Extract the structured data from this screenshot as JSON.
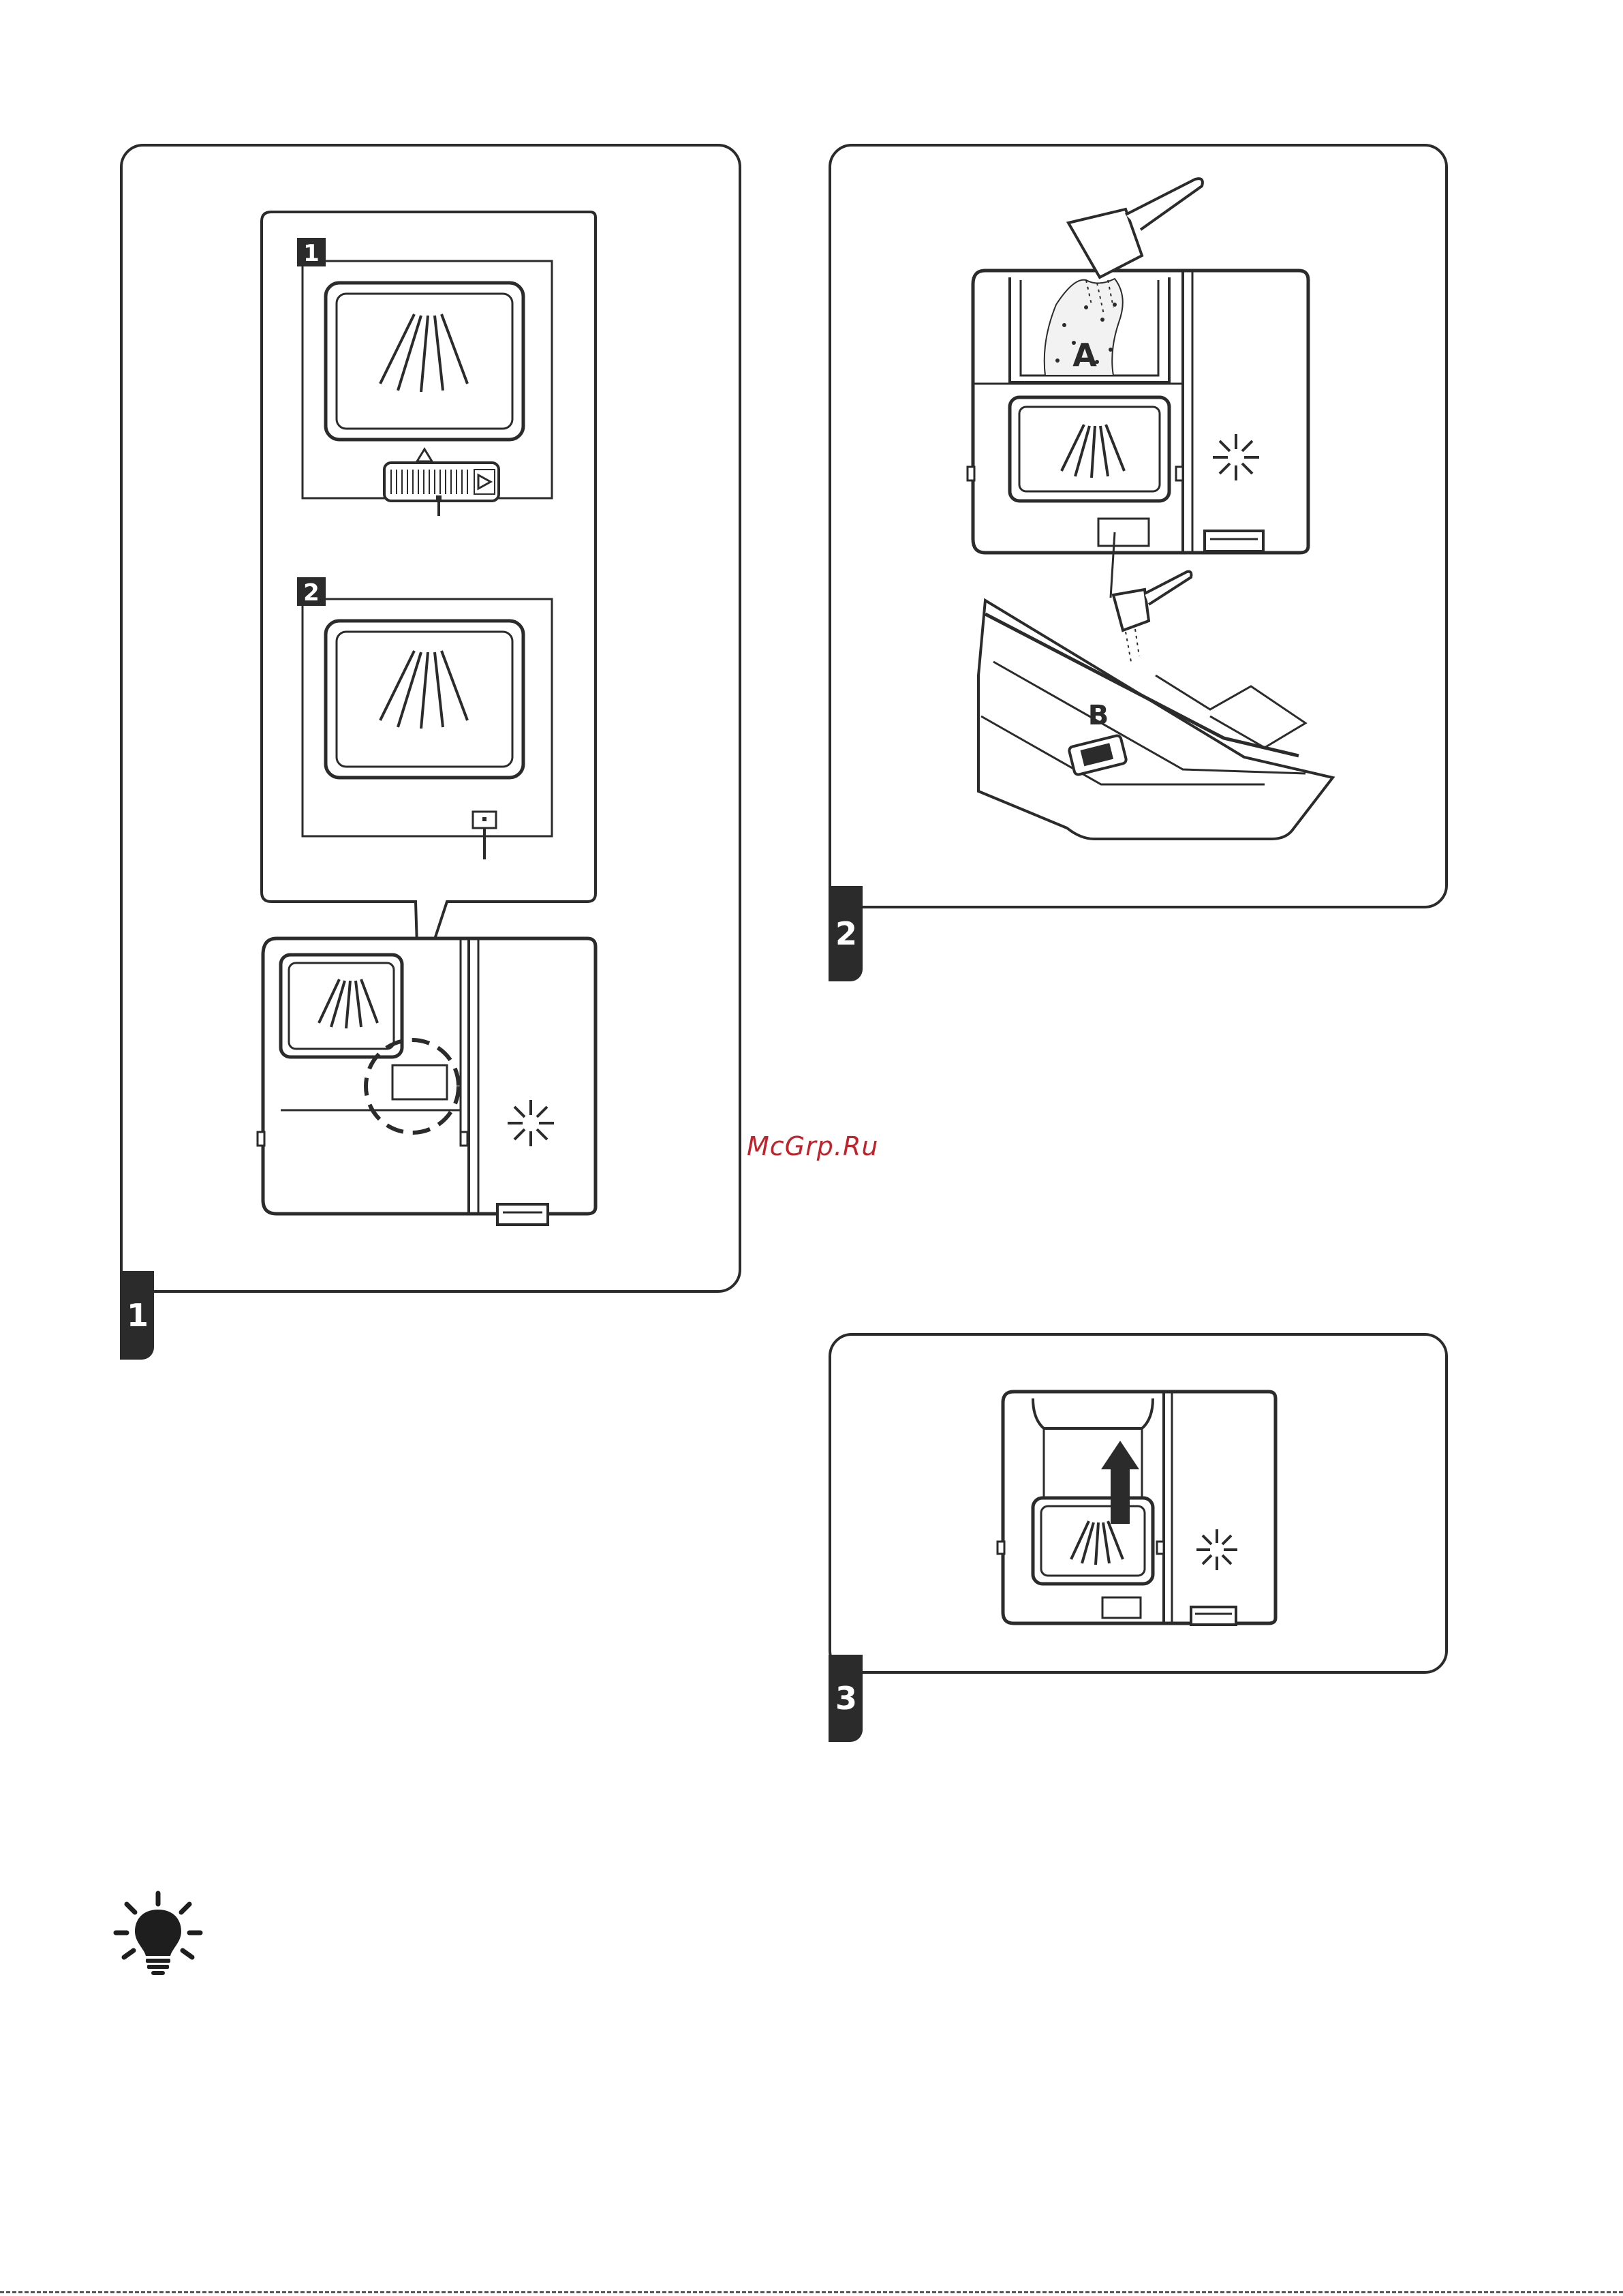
{
  "figures": [
    {
      "number": "1"
    },
    {
      "number": "2",
      "callouts": [
        "A",
        "B"
      ]
    },
    {
      "number": "3"
    }
  ],
  "figure1_steps": [
    "1",
    "2"
  ],
  "watermark": "McGrp.Ru",
  "icons": {
    "tip": "lightbulb-icon",
    "dispenser_symbol": "rinse-aid-star-icon"
  }
}
